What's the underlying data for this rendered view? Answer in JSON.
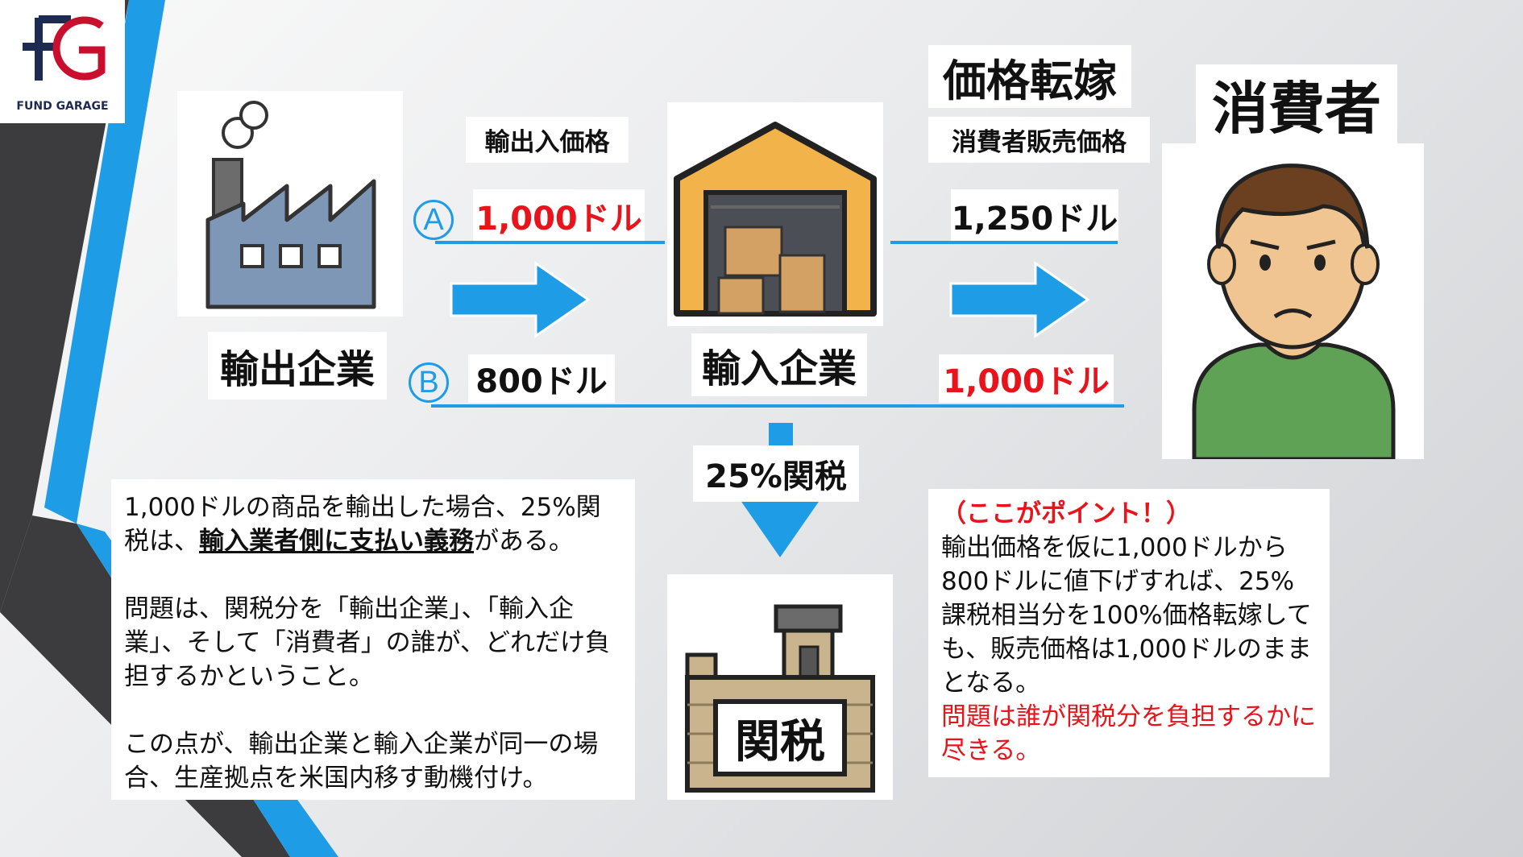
{
  "logo": {
    "monogram": "FG",
    "name": "FUND GARAGE"
  },
  "header": {
    "price_label": "輸出入価格",
    "pass_through": "価格転嫁",
    "consumer_price_label": "消費者販売価格"
  },
  "nodes": {
    "exporter": "輸出企業",
    "importer": "輸入企業",
    "consumer": "消費者",
    "customs": "関税"
  },
  "scenarios": {
    "a": {
      "marker": "A",
      "import_price": "1,000ドル",
      "consumer_price": "1,250ドル"
    },
    "b": {
      "marker": "B",
      "import_price": "800ドル",
      "consumer_price": "1,000ドル"
    }
  },
  "tariff_label": "25%関税",
  "explanation": {
    "p1_a": "1,000ドルの商品を輸出した場合、25%関税は、",
    "p1_b": "輸入業者側に支払い義務",
    "p1_c": "がある。",
    "p2": "問題は、関税分を「輸出企業」、「輸入企業」、そして「消費者」の誰が、どれだけ負担するかということ。",
    "p3": "この点が、輸出企業と輸入企業が同一の場合、生産拠点を米国内移す動機付け。"
  },
  "point": {
    "heading": "（ここがポイント！）",
    "body": "輸出価格を仮に1,000ドルから800ドルに値下げすれば、25%課税相当分を100%価格転嫁しても、販売価格は1,000ドルのままとなる。",
    "conclusion": "問題は誰が関税分を負担するかに尽きる。"
  },
  "colors": {
    "accent_blue": "#1e9ce6",
    "highlight_red": "#e8141b",
    "navy": "#1d2a52"
  }
}
